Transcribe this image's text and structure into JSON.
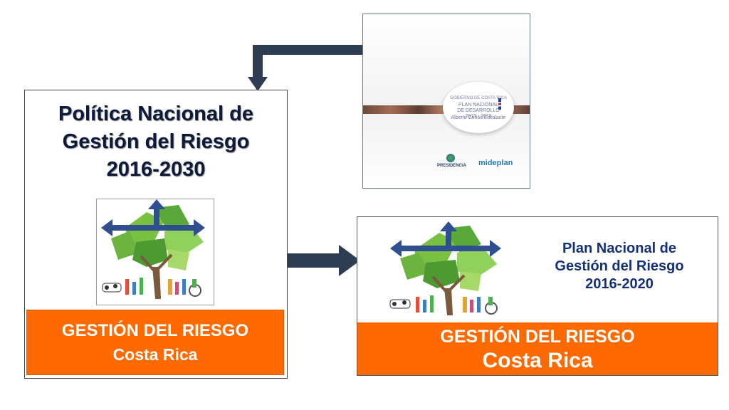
{
  "left_card": {
    "title_lines": [
      "Política Nacional de",
      "Gestión del Riesgo",
      "2016-2030"
    ],
    "band_line1": "GESTIÓN DEL RIESGO",
    "band_line2": "Costa Rica",
    "illustration_icon": "tree-with-arrows-and-people-icon"
  },
  "pnd_cover": {
    "line1": "GOBIERNO DE COSTA RICA",
    "line2a": "PLAN NACIONAL",
    "line2b": "DE DESARROLLO",
    "years": "2015 - 2018",
    "line3": "Alberto Cañas Escalante",
    "presidencia": "PRESIDENCIA",
    "mideplan": "mideplan"
  },
  "right_card": {
    "title_lines": [
      "Plan Nacional de",
      "Gestión del Riesgo",
      "2016-2020"
    ],
    "band_line1": "GESTIÓN DEL RIESGO",
    "band_line2": "Costa Rica",
    "illustration_icon": "tree-with-arrows-and-people-icon"
  },
  "colors": {
    "orange_band": "#ff6a00",
    "arrow": "#2f3d52",
    "title_dark": "#0d1a3a",
    "title_blue": "#14307a"
  }
}
